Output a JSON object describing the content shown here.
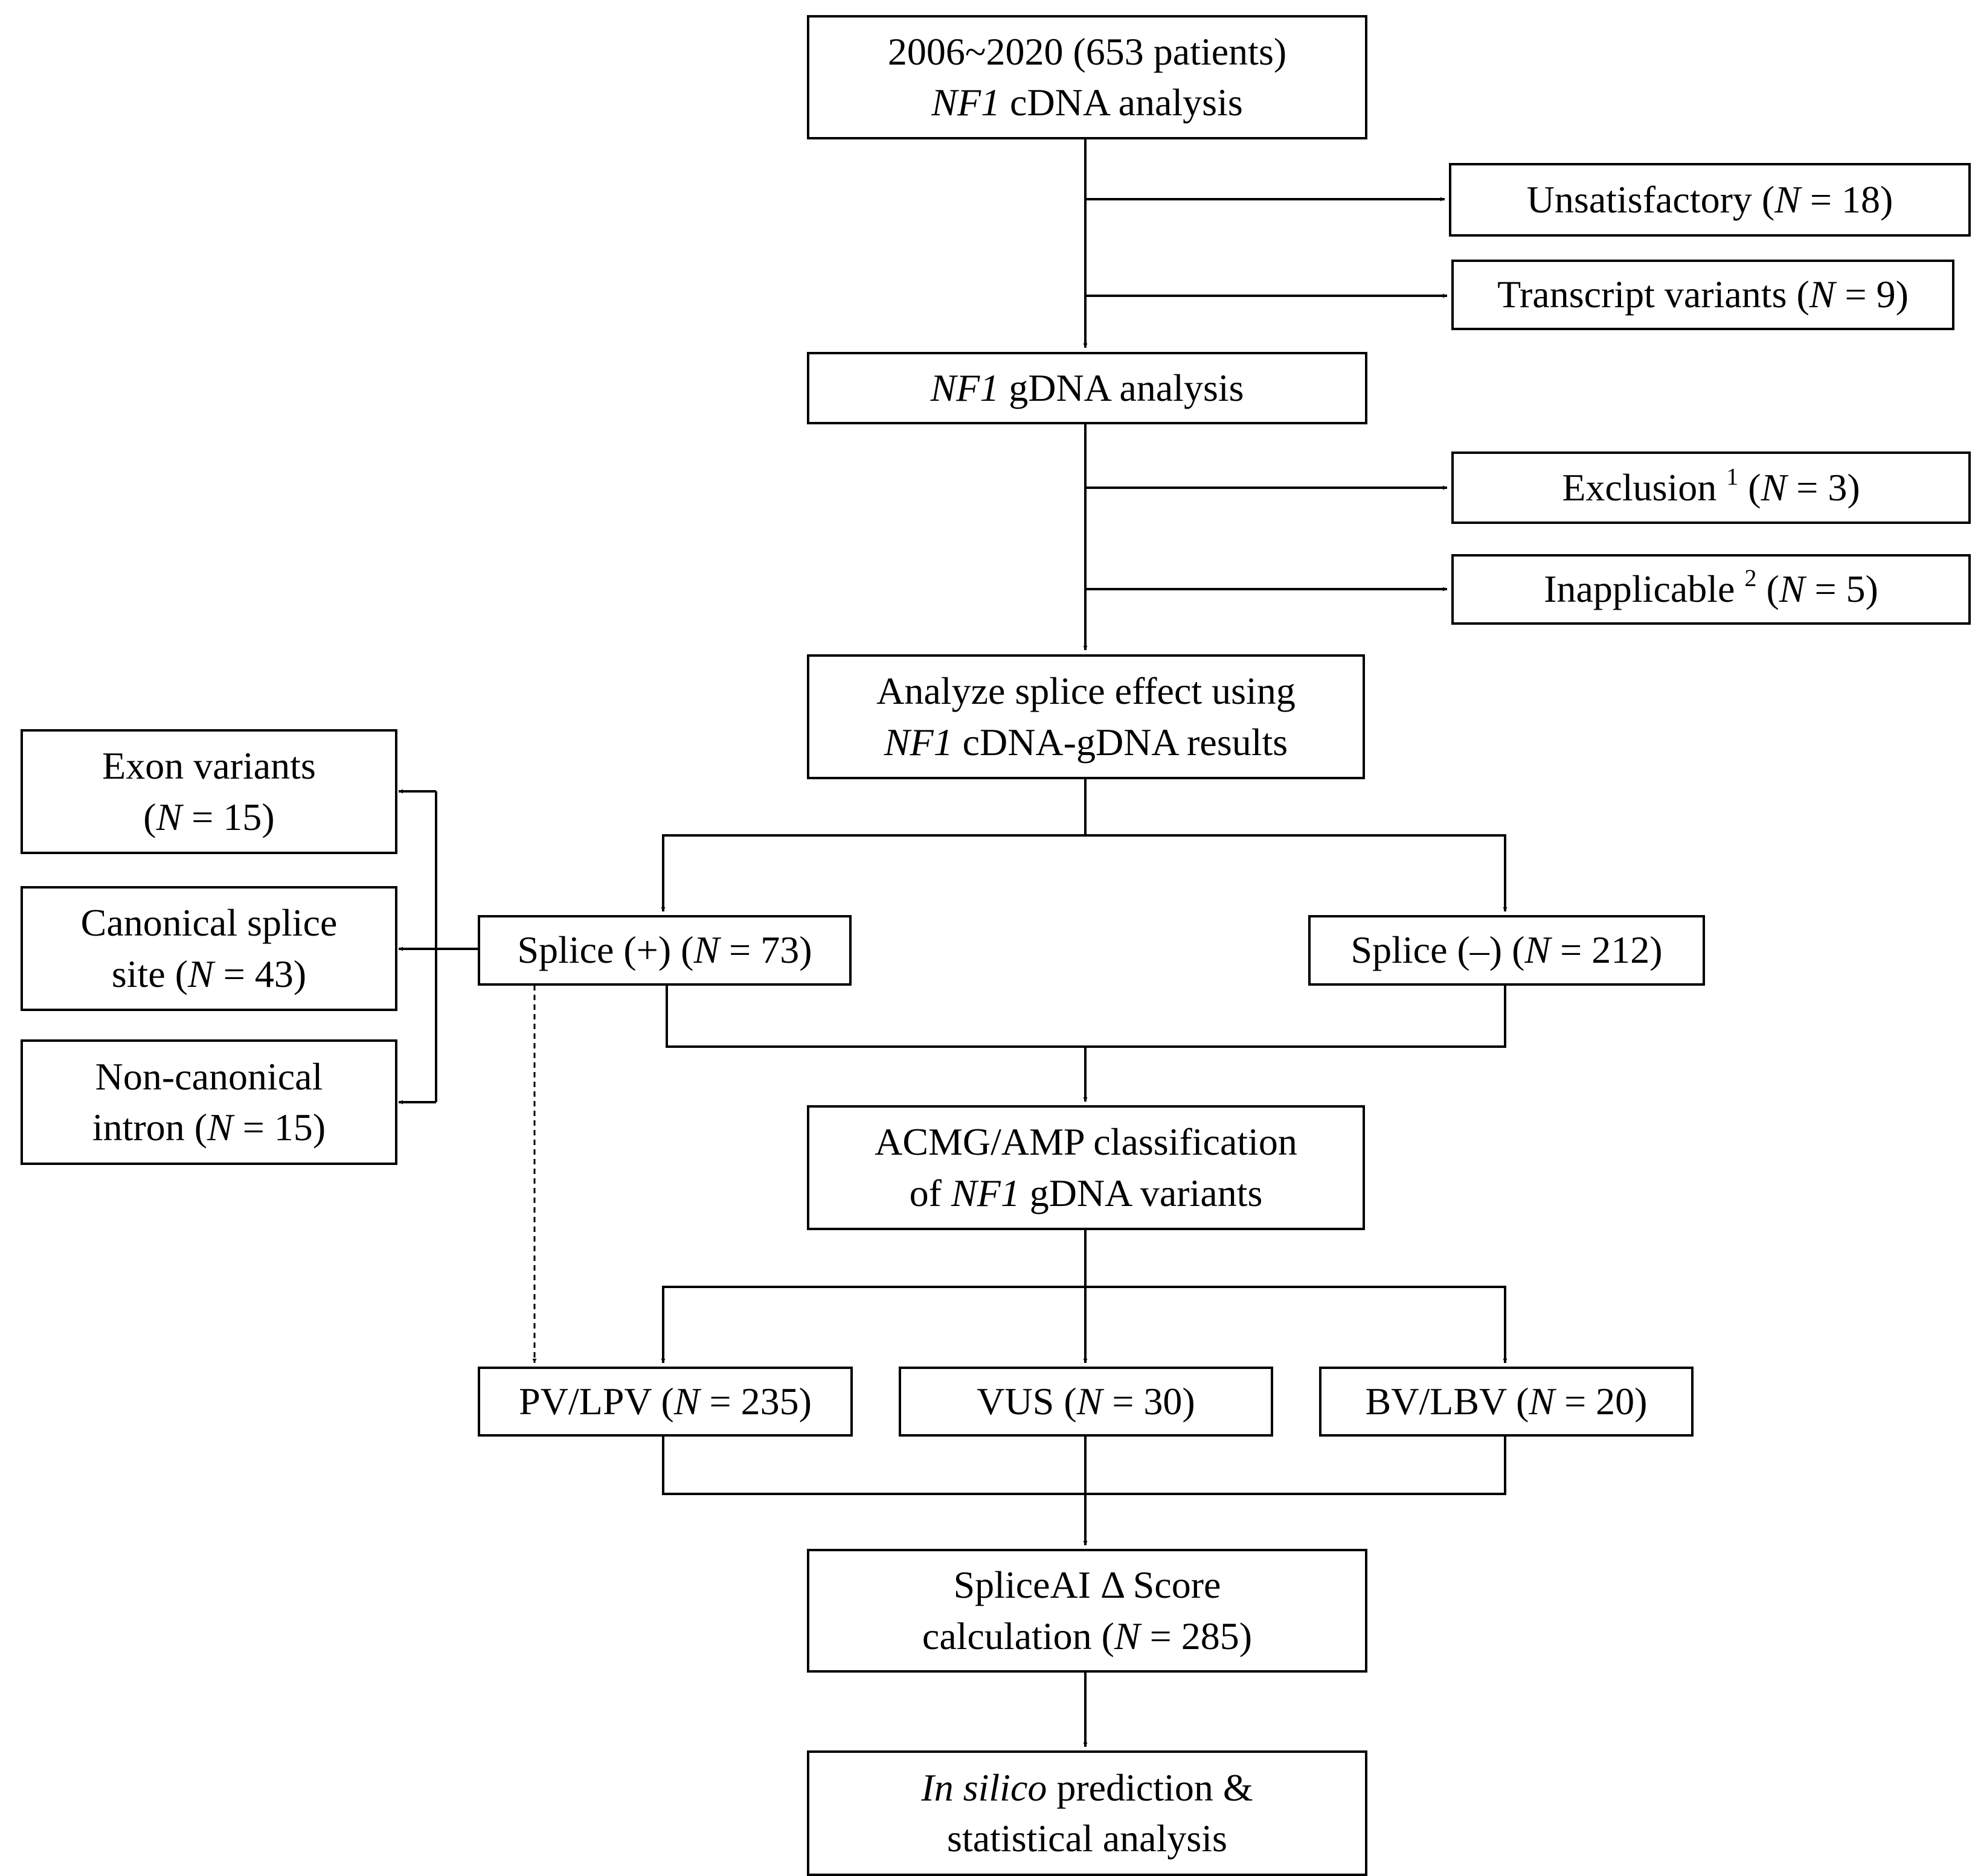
{
  "boxes": {
    "cohort": {
      "line1": "2006~2020 (653 patients)",
      "line2_gene": "NF1",
      "line2_rest": " cDNA analysis"
    },
    "unsatisfactory": {
      "label": "Unsatisfactory (",
      "n_symbol": "N",
      "n_value": " = 18)"
    },
    "transcript": {
      "label": "Transcript variants (",
      "n_symbol": "N",
      "n_value": " = 9)"
    },
    "gdna": {
      "gene": "NF1",
      "rest": " gDNA analysis"
    },
    "exclusion": {
      "label": "Exclusion ",
      "sup": "1",
      "open": " (",
      "n_symbol": "N",
      "n_value": " = 3)"
    },
    "inapplicable": {
      "label": "Inapplicable ",
      "sup": "2",
      "open": " (",
      "n_symbol": "N",
      "n_value": " = 5)"
    },
    "analyze": {
      "line1": "Analyze splice effect using",
      "line2_gene": "NF1",
      "line2_rest": " cDNA-gDNA results"
    },
    "exon": {
      "line1": "Exon variants",
      "open": "(",
      "n_symbol": "N",
      "n_value": " = 15)"
    },
    "canonical": {
      "line1": "Canonical splice",
      "line2": "site (",
      "n_symbol": "N",
      "n_value": " = 43)"
    },
    "noncanonical": {
      "line1": "Non-canonical",
      "line2": "intron (",
      "n_symbol": "N",
      "n_value": " = 15)"
    },
    "splice_pos": {
      "label": "Splice (+) (",
      "n_symbol": "N",
      "n_value": " = 73)"
    },
    "splice_neg": {
      "label": "Splice (–) (",
      "n_symbol": "N",
      "n_value": " = 212)"
    },
    "acmg": {
      "line1": "ACMG/AMP classification",
      "line2_pre": "of ",
      "line2_gene": "NF1",
      "line2_rest": " gDNA variants"
    },
    "pv": {
      "label": "PV/LPV (",
      "n_symbol": "N",
      "n_value": " = 235)"
    },
    "vus": {
      "label": "VUS (",
      "n_symbol": "N",
      "n_value": " = 30)"
    },
    "bv": {
      "label": "BV/LBV (",
      "n_symbol": "N",
      "n_value": " = 20)"
    },
    "spliceai": {
      "line1": "SpliceAI Δ Score",
      "line2": "calculation (",
      "n_symbol": "N",
      "n_value": " = 285)"
    },
    "insilico": {
      "line1_italic": "In silico",
      "line1_rest": " prediction &",
      "line2": "statistical analysis"
    }
  }
}
